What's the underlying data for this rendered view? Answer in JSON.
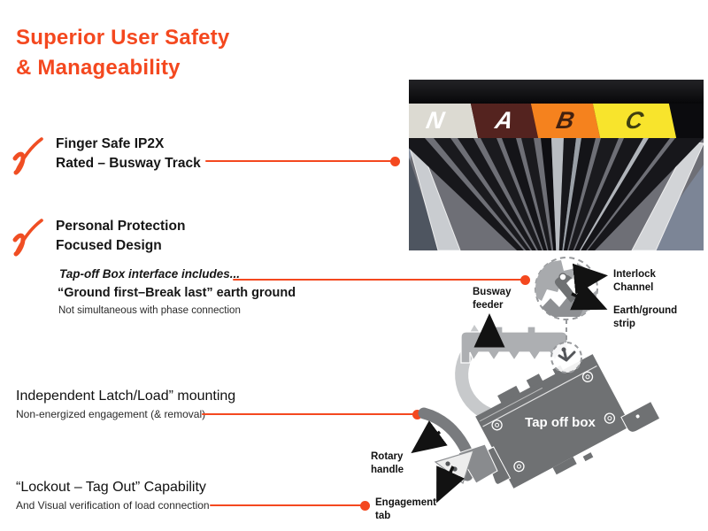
{
  "title": {
    "line1": "Superior User Safety",
    "line2": "& Manageability"
  },
  "checklist": [
    {
      "line1": "Finger Safe IP2X",
      "line2": "Rated – Busway Track"
    },
    {
      "line1": "Personal Protection",
      "line2": "Focused Design"
    }
  ],
  "tapoff": {
    "heading": "Tap-off Box interface includes...",
    "point": "“Ground first–Break last” earth ground",
    "note": "Not simultaneous with phase connection"
  },
  "latch": {
    "heading": "Independent Latch/Load” mounting",
    "note": "Non-energized engagement (& removal)"
  },
  "lockout": {
    "heading": "“Lockout – Tag Out” Capability",
    "note": "And Visual verification of load connection"
  },
  "photo": {
    "phase_labels": [
      {
        "text": "N",
        "bg": "#DCDAD2",
        "fg": "#FFFFFF"
      },
      {
        "text": "A",
        "bg": "#54231F",
        "fg": "#FFFFFF"
      },
      {
        "text": "B",
        "bg": "#F5821E",
        "fg": "#42200F"
      },
      {
        "text": "C",
        "bg": "#F8E42C",
        "fg": "#3F3F10"
      }
    ]
  },
  "diagram": {
    "busway_feeder": [
      "Busway",
      "feeder"
    ],
    "interlock_channel": [
      "Interlock",
      "Channel"
    ],
    "earth_ground_strip": [
      "Earth/ground",
      "strip"
    ],
    "tap_off_box": "Tap off box",
    "rotary_handle": [
      "Rotary",
      "handle"
    ],
    "engagement_tab": [
      "Engagement",
      "tab"
    ]
  },
  "colors": {
    "accent_orange": "#F4481F",
    "diagram_dark_gray": "#6F7173",
    "diagram_light_gray": "#ADAFB2",
    "carpet_blue_gray": "#7C8596"
  }
}
